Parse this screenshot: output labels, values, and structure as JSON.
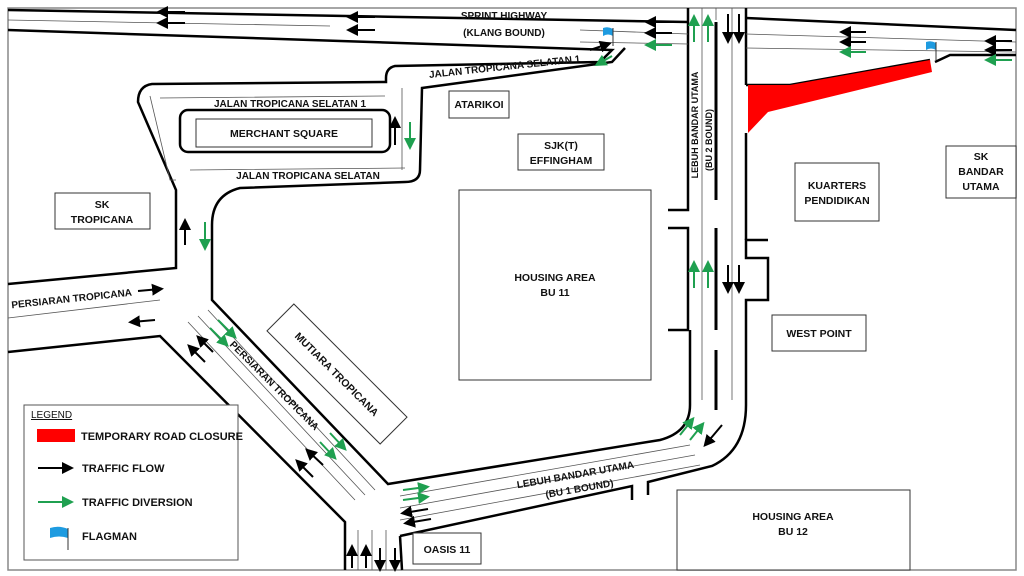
{
  "roads": {
    "sprint_highway": "SPRINT HIGHWAY",
    "sprint_highway_bound": "(KLANG BOUND)",
    "jalan_tropicana_selatan_1_upper": "JALAN TROPICANA SELATAN 1",
    "jalan_tropicana_selatan_1_loop": "JALAN TROPICANA SELATAN 1",
    "jalan_tropicana_selatan": "JALAN TROPICANA SELATAN",
    "lebuh_bandar_utama_vertical": "LEBUH BANDAR UTAMA",
    "lebuh_bandar_utama_vertical_bound": "(BU 2 BOUND)",
    "persiaran_tropicana_west": "PERSIARAN TROPICANA",
    "persiaran_tropicana_diagonal": "PERSIARAN TROPICANA",
    "lebuh_bandar_utama_lower": "LEBUH BANDAR UTAMA",
    "lebuh_bandar_utama_lower_bound": "(BU 1 BOUND)"
  },
  "places": {
    "merchant_square": "MERCHANT SQUARE",
    "atarikoi": "ATARIKOI",
    "sjkt_line1": "SJK(T)",
    "sjkt_line2": "EFFINGHAM",
    "sk_tropicana_line1": "SK",
    "sk_tropicana_line2": "TROPICANA",
    "housing_bu11_line1": "HOUSING AREA",
    "housing_bu11_line2": "BU 11",
    "kuarters_line1": "KUARTERS",
    "kuarters_line2": "PENDIDIKAN",
    "sk_bu_line1": "SK",
    "sk_bu_line2": "BANDAR",
    "sk_bu_line3": "UTAMA",
    "west_point": "WEST POINT",
    "mutiara_tropicana": "MUTIARA TROPICANA",
    "housing_bu12_line1": "HOUSING AREA",
    "housing_bu12_line2": "BU 12",
    "oasis_11": "OASIS 11"
  },
  "legend": {
    "title": "LEGEND",
    "closure": "TEMPORARY ROAD CLOSURE",
    "flow": "TRAFFIC FLOW",
    "diversion": "TRAFFIC DIVERSION",
    "flagman": "FLAGMAN"
  },
  "colors": {
    "closure": "#ff0000",
    "flow": "#000000",
    "diversion": "#1fa050",
    "flagman": "#1e9be0"
  }
}
